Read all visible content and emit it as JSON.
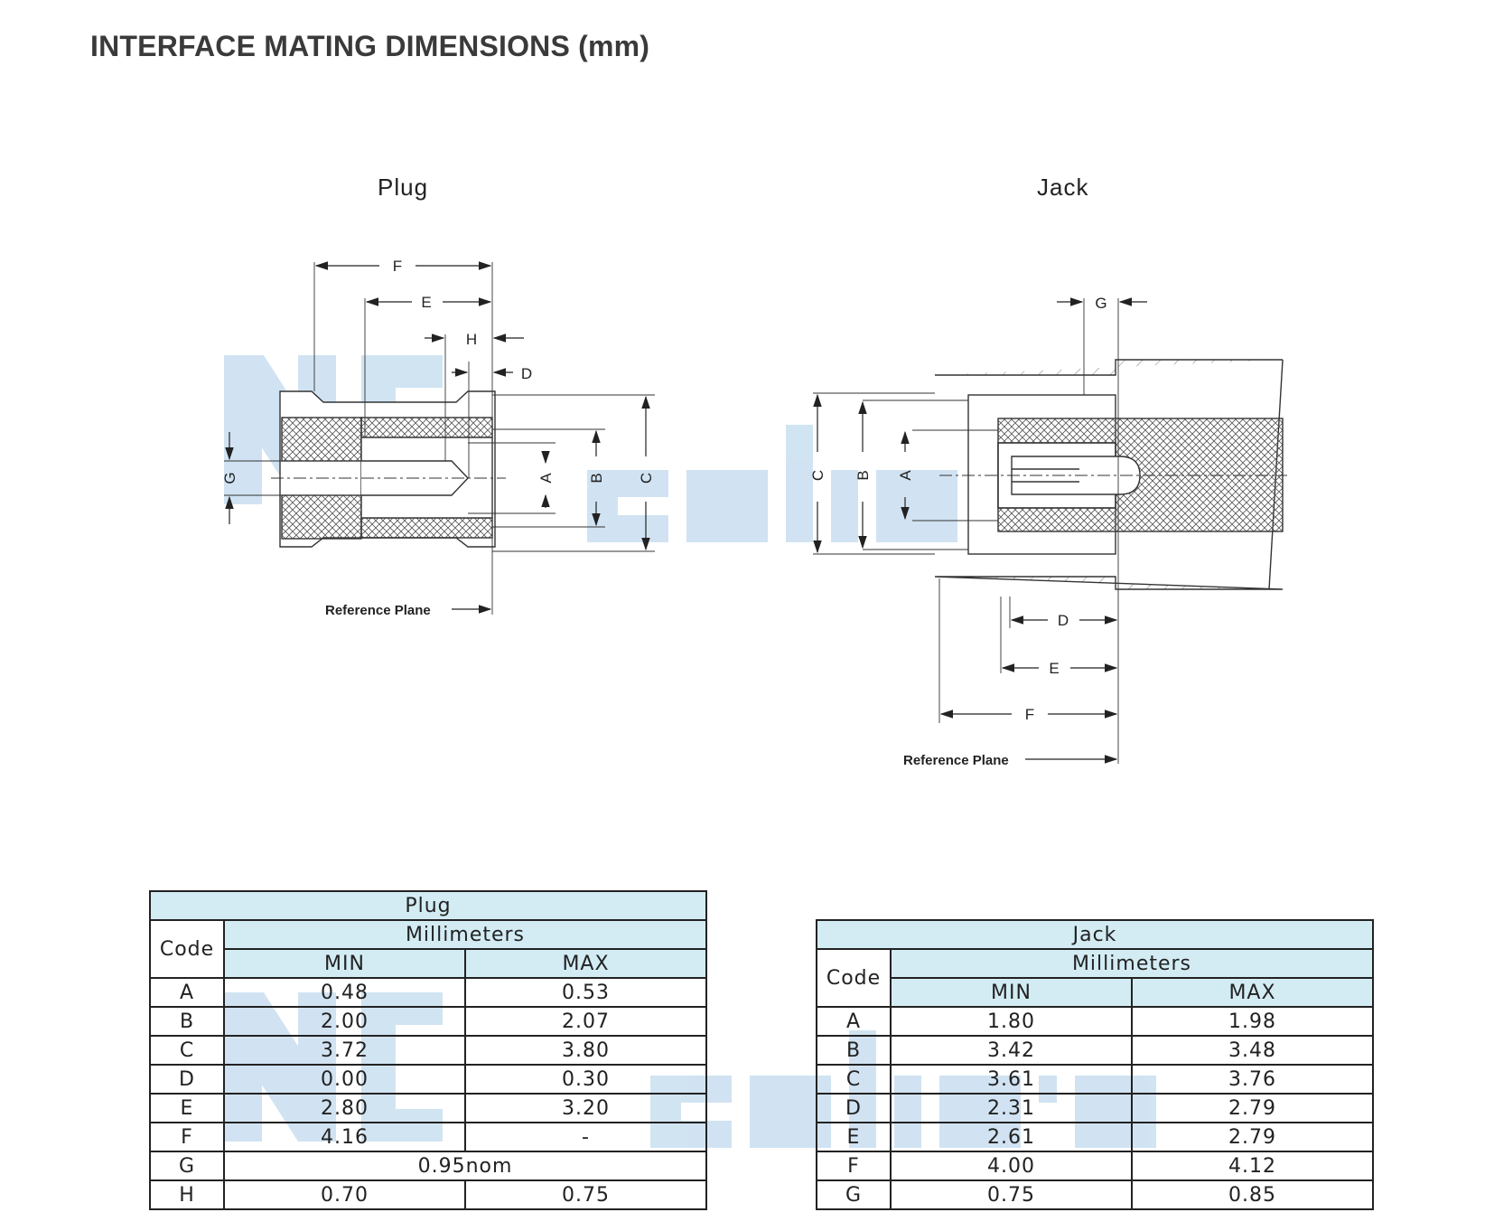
{
  "page": {
    "title": "INTERFACE MATING DIMENSIONS (mm)"
  },
  "drawings": {
    "plug": {
      "label": "Plug",
      "dims": {
        "A": "A",
        "B": "B",
        "C": "C",
        "D": "D",
        "E": "E",
        "F": "F",
        "G": "G",
        "H": "H"
      },
      "reference_plane": "Reference Plane"
    },
    "jack": {
      "label": "Jack",
      "dims": {
        "A": "A",
        "B": "B",
        "C": "C",
        "D": "D",
        "E": "E",
        "F": "F",
        "G": "G"
      },
      "reference_plane": "Reference Plane"
    }
  },
  "watermark": {
    "text": "NC cables",
    "color": "#bfd8ea"
  },
  "tables": {
    "plug": {
      "title": "Plug",
      "code_header": "Code",
      "group_header": "Millimeters",
      "min_header": "MIN",
      "max_header": "MAX",
      "rows": [
        {
          "code": "A",
          "min": "0.48",
          "max": "0.53"
        },
        {
          "code": "B",
          "min": "2.00",
          "max": "2.07"
        },
        {
          "code": "C",
          "min": "3.72",
          "max": "3.80"
        },
        {
          "code": "D",
          "min": "0.00",
          "max": "0.30"
        },
        {
          "code": "E",
          "min": "2.80",
          "max": "3.20"
        },
        {
          "code": "F",
          "min": "4.16",
          "max": "-"
        },
        {
          "code": "G",
          "nominal": "0.95nom"
        },
        {
          "code": "H",
          "min": "0.70",
          "max": "0.75"
        }
      ]
    },
    "jack": {
      "title": "Jack",
      "code_header": "Code",
      "group_header": "Millimeters",
      "min_header": "MIN",
      "max_header": "MAX",
      "rows": [
        {
          "code": "A",
          "min": "1.80",
          "max": "1.98"
        },
        {
          "code": "B",
          "min": "3.42",
          "max": "3.48"
        },
        {
          "code": "C",
          "min": "3.61",
          "max": "3.76"
        },
        {
          "code": "D",
          "min": "2.31",
          "max": "2.79"
        },
        {
          "code": "E",
          "min": "2.61",
          "max": "2.79"
        },
        {
          "code": "F",
          "min": "4.00",
          "max": "4.12"
        },
        {
          "code": "G",
          "min": "0.75",
          "max": "0.85"
        }
      ]
    }
  }
}
